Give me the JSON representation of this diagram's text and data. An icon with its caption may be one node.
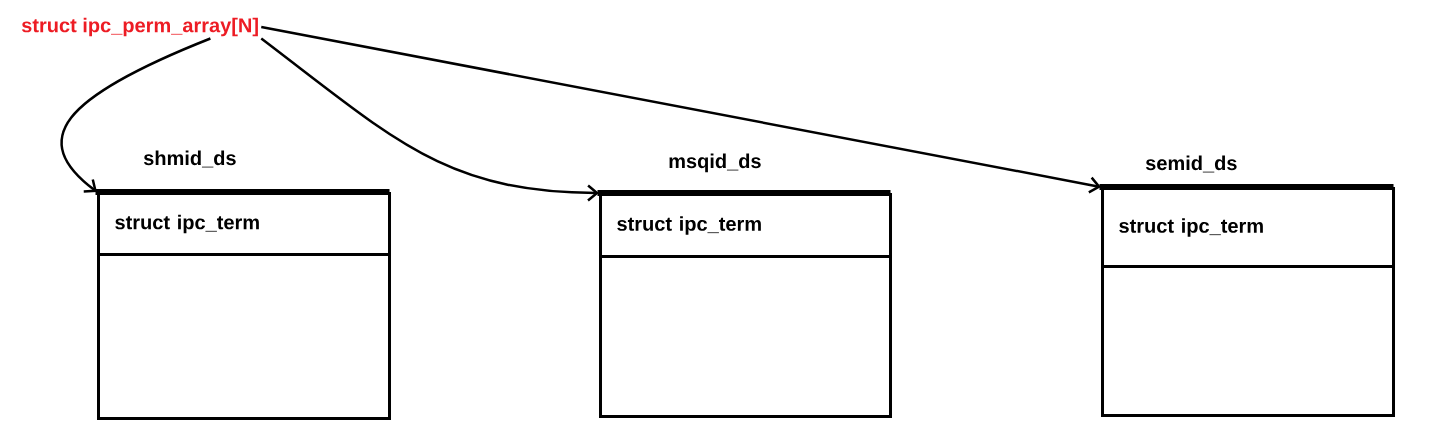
{
  "diagram": {
    "nodes": [
      {
        "text": [
          "struct ipc_perm_array[N]"
        ]
      },
      {
        "text": [
          "shmid_ds"
        ]
      },
      {
        "text": [
          "struct ipc_term"
        ],
        "in": 1
      },
      {
        "text": [
          "msqid_ds"
        ]
      },
      {
        "text": [
          "struct ipc_term"
        ],
        "in": 3
      },
      {
        "text": [
          "semid_ds"
        ]
      },
      {
        "text": [
          "struct ipc_term"
        ],
        "in": 5
      }
    ],
    "edges": [
      {
        "from": 0,
        "to": 1,
        "arrow": "to"
      },
      {
        "from": 0,
        "to": 3,
        "arrow": "to"
      },
      {
        "from": 0,
        "to": 5,
        "arrow": "to"
      }
    ]
  }
}
